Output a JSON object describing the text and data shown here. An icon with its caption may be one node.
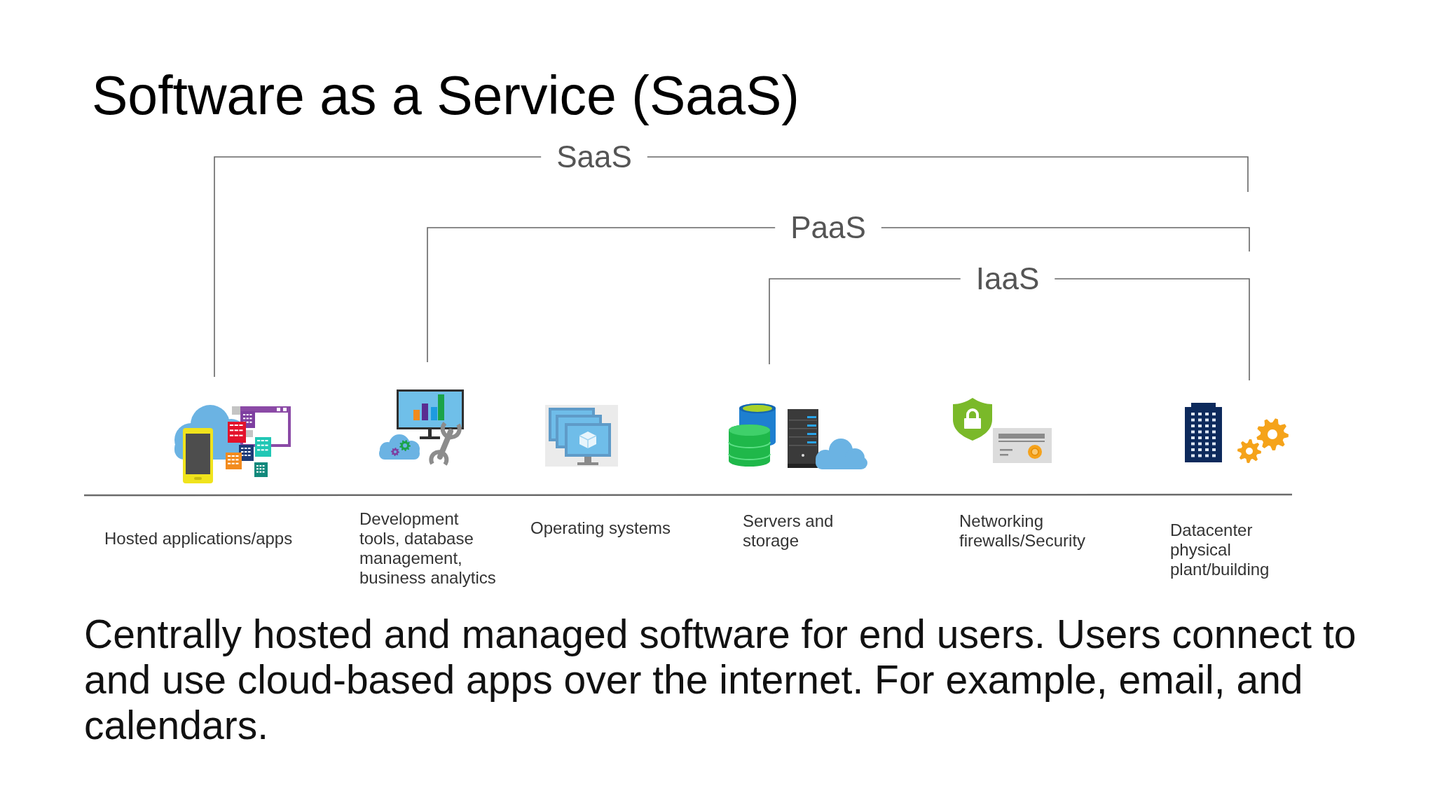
{
  "diagram": {
    "title": "Software as a Service (SaaS)",
    "caption": "Centrally hosted and managed software for end users. Users connect to and use cloud-based apps over the internet. For example, email, and calendars.",
    "labels": [
      "SaaS",
      "PaaS",
      "IaaS",
      "Hosted applications/apps",
      "Development tools, database management, business analytics",
      "Operating systems",
      "Servers and storage",
      "Networking firewalls/Security",
      "Datacenter physical plant/building"
    ]
  }
}
